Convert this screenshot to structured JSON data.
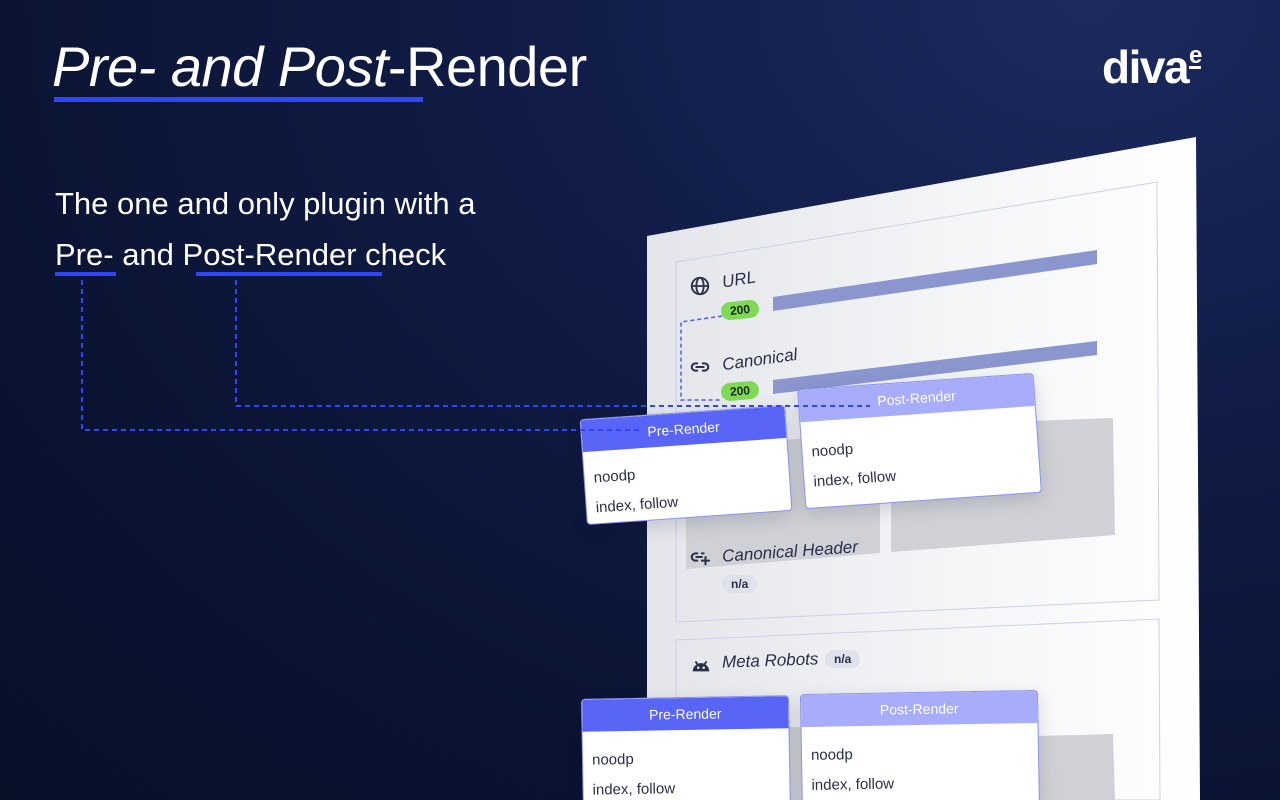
{
  "header": {
    "title_pre": "Pre- and Post",
    "title_post": "-Render",
    "logo": "diva",
    "logo_sup": "e"
  },
  "subtitle": {
    "line1": "The one and only plugin with a",
    "pre": "Pre-",
    "and": " and ",
    "post": "Post-Render",
    "check": " check"
  },
  "panel": {
    "url": {
      "label": "URL",
      "status": "200"
    },
    "canonical": {
      "label": "Canonical",
      "status": "200"
    },
    "canonical_header": {
      "label": "Canonical Header",
      "status": "n/a"
    },
    "meta_robots": {
      "label": "Meta Robots",
      "status": "n/a"
    }
  },
  "cards_top": {
    "pre": {
      "title": "Pre-Render",
      "line1": "noodp",
      "line2": "index, follow"
    },
    "post": {
      "title": "Post-Render",
      "line1": "noodp",
      "line2": "index, follow"
    }
  },
  "cards_bottom": {
    "pre": {
      "title": "Pre-Render",
      "line1": "noodp",
      "line2": "index, follow"
    },
    "post": {
      "title": "Post-Render",
      "line1": "noodp",
      "line2": "index, follow"
    }
  },
  "colors": {
    "accent": "#2f45ff",
    "pre_header": "#5865f6",
    "post_header": "#a7acfb",
    "status_ok": "#7fd957"
  },
  "icons": [
    "globe-icon",
    "link-icon",
    "link-plus-icon",
    "robot-icon"
  ]
}
